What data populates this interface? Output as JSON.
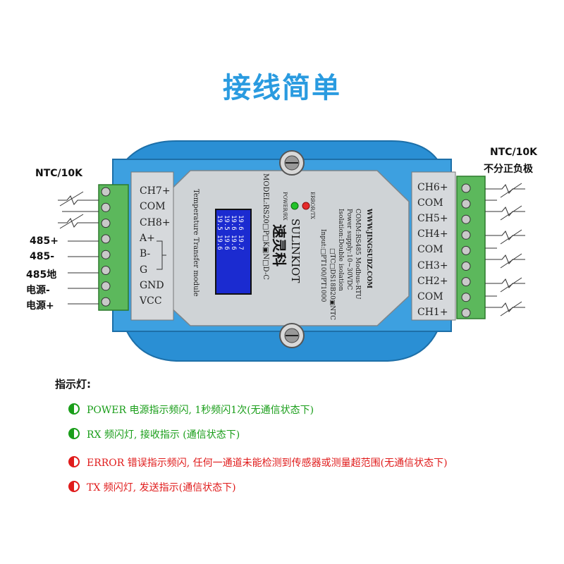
{
  "title": "接线简单",
  "left_sensor_label": "NTC/10K",
  "right_sensor_label_1": "NTC/10K",
  "right_sensor_label_2": "不分正负极",
  "left_terminals": [
    "CH7+",
    "COM",
    "CH8+",
    "A+",
    "B-",
    "G",
    "GND",
    "VCC"
  ],
  "right_terminals": [
    "CH6+",
    "COM",
    "CH5+",
    "CH4+",
    "COM",
    "CH3+",
    "CH2+",
    "COM",
    "CH1+"
  ],
  "left_wire_labels": [
    "485+",
    "485-",
    "485地",
    "电源-",
    "电源+"
  ],
  "module": {
    "name": "Temperature Transfer module",
    "model": "MODEL:RS20□P□K▣N□D-C",
    "brand_cn": "速灵科",
    "brand_en": "SULINKIOT",
    "input": "Input:□PT100/PT1000",
    "input2": "□TC□DS18B20▣NTC",
    "isolation": "Isolation:Double isolation",
    "power": "Power supply:10~30VDC",
    "comm": "COMM:RS485 Modbus-RTU",
    "website": "WWW.JINGSUDZ.COM",
    "led_power_label": "POWER/RX",
    "led_error_label": "ERROR/TX",
    "display_values": [
      "19.6",
      "19.7",
      "19.6",
      "19.6",
      "19.5",
      "19.6",
      "19.5",
      "19.6"
    ]
  },
  "indicators": {
    "heading": "指示灯:",
    "items": [
      {
        "text": "POWER 电源指示频闪, 1秒频闪1次(无通信状态下)",
        "color": "#1a9e1a"
      },
      {
        "text": "RX 频闪灯, 接收指示 (通信状态下)",
        "color": "#1a9e1a"
      },
      {
        "text": "ERROR 错误指示频闪, 任何一通道未能检测到传感器或测量超范围(无通信状态下)",
        "color": "#e01b1b"
      },
      {
        "text": "TX 频闪灯, 发送指示(通信状态下)",
        "color": "#e01b1b"
      }
    ]
  },
  "colors": {
    "module_blue": "#2f95d8",
    "terminal_green": "#5cb85c",
    "green": "#1a9e1a",
    "red": "#e01b1b",
    "title_blue": "#2a9be0"
  }
}
